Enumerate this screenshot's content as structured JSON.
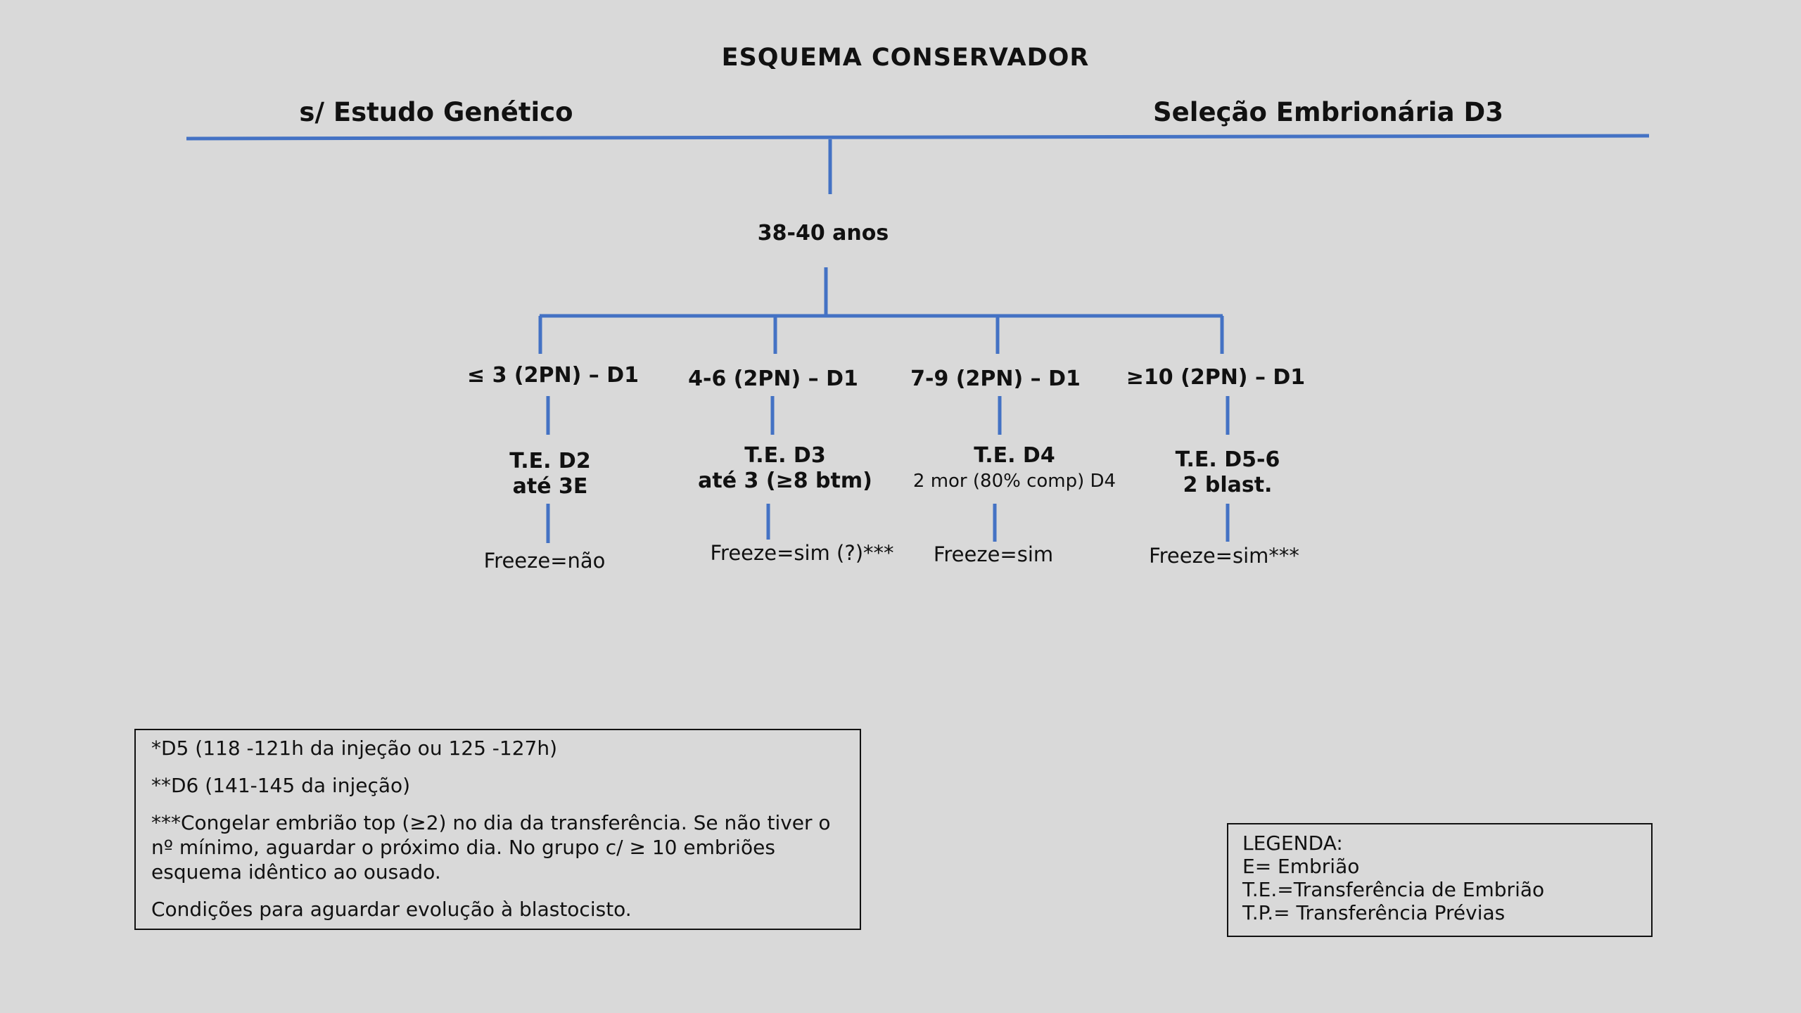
{
  "title": "ESQUEMA CONSERVADOR",
  "header_left": "s/ Estudo Genético",
  "header_right": "Seleção Embrionária D3",
  "age_group": "38-40 anos",
  "branches": [
    {
      "label": "≤ 3 (2PN) – D1",
      "transfer_lines": [
        "T.E. D2",
        "até 3E"
      ],
      "freeze": "Freeze=não"
    },
    {
      "label": "4-6 (2PN) – D1",
      "transfer_lines": [
        "T.E. D3",
        "até 3 (≥8 btm)"
      ],
      "freeze": "Freeze=sim (?)***"
    },
    {
      "label": "7-9 (2PN) – D1",
      "transfer_lines": [
        "T.E. D4",
        "2 mor (80% comp) D4"
      ],
      "freeze": "Freeze=sim"
    },
    {
      "label": "≥10 (2PN) – D1",
      "transfer_lines": [
        "T.E. D5-6",
        "2 blast."
      ],
      "freeze": "Freeze=sim***"
    }
  ],
  "notes": [
    "*D5 (118 -121h da injeção ou 125 -127h)",
    "**D6 (141-145 da injeção)",
    "***Congelar embrião top (≥2) no dia da transferência. Se não tiver o nº mínimo, aguardar o próximo dia. No grupo c/ ≥ 10 embriões esquema idêntico ao ousado.",
    "Condições para aguardar evolução à blastocisto."
  ],
  "legend": {
    "heading": "LEGENDA:",
    "items": [
      "E= Embrião",
      "T.E.=Transferência de Embrião",
      "T.P.= Transferência Prévias"
    ]
  },
  "colors": {
    "line": "#4472c4",
    "background": "#d9d9d9",
    "text": "#111111"
  }
}
